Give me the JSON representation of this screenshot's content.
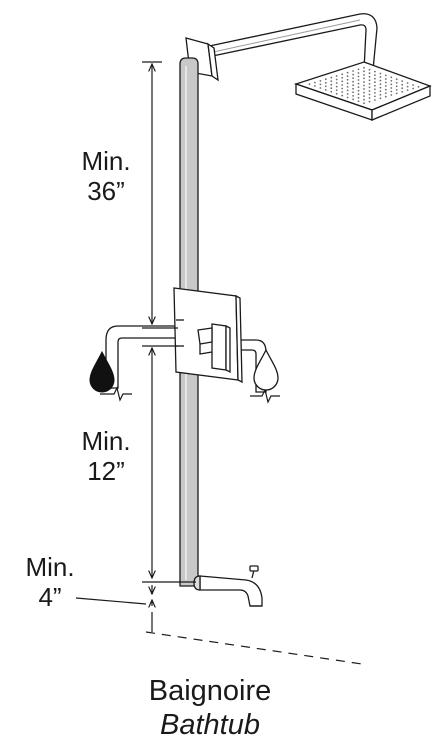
{
  "diagram": {
    "dimensions": [
      {
        "id": "upper",
        "line1": "Min.",
        "line2": "36”"
      },
      {
        "id": "middle",
        "line1": "Min.",
        "line2": "12”"
      },
      {
        "id": "lower",
        "line1": "Min.",
        "line2": "4”"
      }
    ],
    "caption": {
      "french": "Baignoire",
      "english": "Bathtub"
    },
    "icons": {
      "hot": "hot-water-drop-icon",
      "cold": "cold-water-drop-icon"
    },
    "colors": {
      "line": "#1a1a1a",
      "pipe": "#c8c8c8",
      "background": "#ffffff"
    }
  }
}
